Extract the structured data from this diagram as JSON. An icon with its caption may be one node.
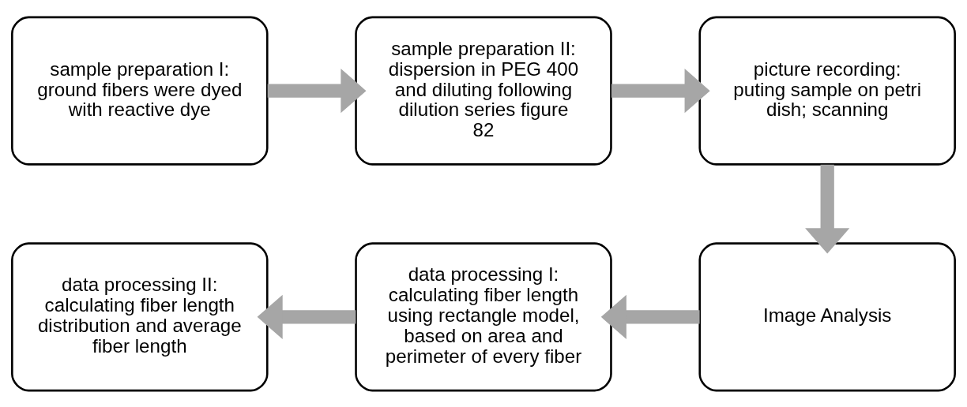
{
  "diagram": {
    "nodes": [
      {
        "text": [
          "sample preparation I: ground fibers were dyed with reactive dye"
        ]
      },
      {
        "text": [
          "sample preparation II: dispersion in PEG 400 and diluting following dilution series figure 82"
        ]
      },
      {
        "text": [
          "picture recording: puting sample on petri dish; scanning"
        ]
      },
      {
        "text": [
          "Image Analysis"
        ]
      },
      {
        "text": [
          "data processing I: calculating fiber length using rectangle model, based on area and perimeter of every fiber"
        ]
      },
      {
        "text": [
          "data processing II: calculating fiber length distribution and average fiber length"
        ]
      }
    ],
    "edges": [
      {
        "from": 0,
        "to": 1,
        "arrow": "to"
      },
      {
        "from": 1,
        "to": 2,
        "arrow": "to"
      },
      {
        "from": 2,
        "to": 3,
        "arrow": "to"
      },
      {
        "from": 3,
        "to": 4,
        "arrow": "to"
      },
      {
        "from": 4,
        "to": 5,
        "arrow": "to"
      }
    ]
  }
}
